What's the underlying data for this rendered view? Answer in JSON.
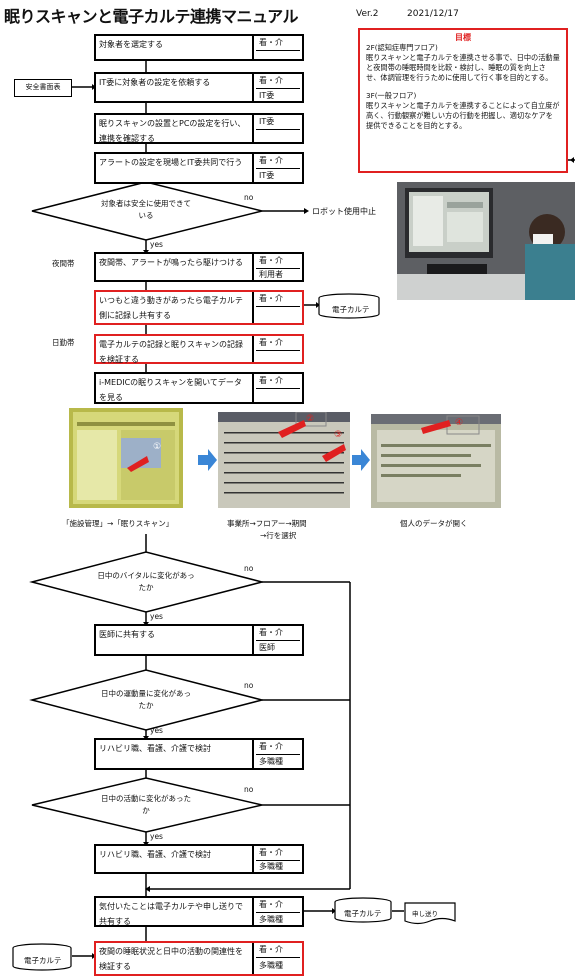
{
  "header": {
    "title": "眠りスキャンと電子カルテ連携マニュアル",
    "version": "Ver.2",
    "date": "2021/12/17"
  },
  "goal": {
    "title": "目標",
    "f2_head": "2F(認知症専門フロア)",
    "f2_body": "眠りスキャンと電子カルテを連携させる事で、日中の活動量と夜間帯の睡眠時間を比較・検討し、睡眠の質を向上させ、体調管理を行うために使用して行く事を目的とする。",
    "f3_head": "3F(一般フロア)",
    "f3_body": "眠りスキャンと電子カルテを連携することによって自立度が高く、行動観察が難しい方の行動を把握し、適切なケアを提供できることを目的とする。"
  },
  "side_labels": {
    "safety_doc": "安全書面表",
    "night": "夜間帯",
    "day": "日勤帯",
    "robot_stop": "ロボット使用中止",
    "ekarte": "電子カルテ",
    "handover": "申し送り"
  },
  "steps": [
    {
      "text": "対象者を選定する",
      "roles": [
        "看・介",
        ""
      ]
    },
    {
      "text": "IT委に対象者の設定を依頼する",
      "roles": [
        "看・介",
        "IT委"
      ]
    },
    {
      "text": "眠りスキャンの設置とPCの設定を行い、連携を確認する",
      "roles": [
        "IT委",
        ""
      ]
    },
    {
      "text": "アラートの設定を現場とIT委共同で行う",
      "roles": [
        "看・介",
        "IT委"
      ]
    },
    {
      "text": "夜間帯、アラートが鳴ったら駆けつける",
      "roles": [
        "看・介",
        "利用者"
      ]
    },
    {
      "text": "いつもと違う動きがあったら電子カルテ側に記録し共有する",
      "roles": [
        "看・介",
        ""
      ]
    },
    {
      "text": "電子カルテの記録と眠りスキャンの記録を検証する",
      "roles": [
        "看・介",
        ""
      ]
    },
    {
      "text": "i-MEDICの眠りスキャンを開いてデータを見る",
      "roles": [
        "看・介",
        ""
      ]
    },
    {
      "text": "医師に共有する",
      "roles": [
        "看・介",
        "医師"
      ]
    },
    {
      "text": "リハビリ職、看護、介護で検討",
      "roles": [
        "看・介",
        "多職種"
      ]
    },
    {
      "text": "リハビリ職、看護、介護で検討",
      "roles": [
        "看・介",
        "多職種"
      ]
    },
    {
      "text": "気付いたことは電子カルテや申し送りで共有する",
      "roles": [
        "看・介",
        "多職種"
      ]
    },
    {
      "text": "夜間の睡眠状況と日中の活動の関連性を検証する",
      "roles": [
        "看・介",
        "多職種"
      ]
    }
  ],
  "decisions": [
    {
      "text": "対象者は安全に使用できている",
      "yes": "yes",
      "no": "no"
    },
    {
      "text": "日中のバイタルに変化があったか",
      "yes": "yes",
      "no": "no"
    },
    {
      "text": "日中の運動量に変化があったか",
      "yes": "yes",
      "no": "no"
    },
    {
      "text": "日中の活動に変化があったか",
      "yes": "yes",
      "no": "no"
    }
  ],
  "screens": {
    "cap1": "「施設管理」→「眠りスキャン」",
    "cap2a": "事業所→フロアー→期間",
    "cap2b": "→行を選択",
    "cap3": "個人のデータが開く",
    "num1": "①",
    "num2": "②",
    "num3": "③",
    "num4": "④"
  }
}
